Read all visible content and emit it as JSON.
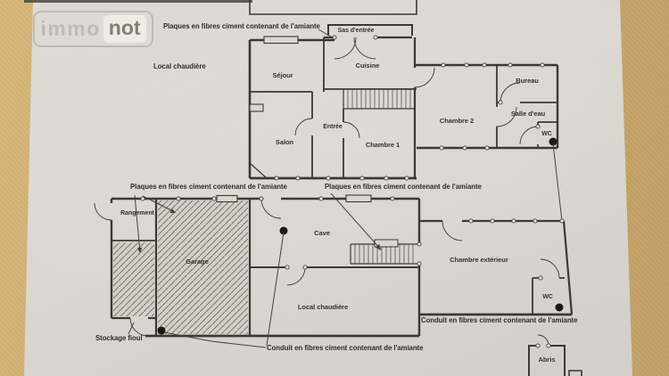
{
  "colors": {
    "background_tan": "#c9a76a",
    "paper": "#d9d7d0",
    "wall": "#3b3936",
    "conduit_dot": "#191815"
  },
  "logo": {
    "immo": "immo",
    "not": "not"
  },
  "annotations": {
    "plaques_amiante": "Plaques en fibres ciment contenant de l'amiante",
    "conduit_amiante": "Conduit en fibres ciment contenant de l'amiante",
    "local_chaudiere_note": "Local chaudière",
    "stockage_fioul": "Stockage fioul"
  },
  "rooms": {
    "sejour": "Séjour",
    "sas_entree": "Sas d'entrée",
    "cuisine": "Cuisine",
    "salon": "Salon",
    "entree": "Entrée",
    "chambre1": "Chambre 1",
    "chambre2": "Chambre 2",
    "bureau": "Bureau",
    "salle_eau": "Salle d'eau",
    "wc_haut": "WC",
    "rangement": "Rangement",
    "garage": "Garage",
    "cave": "Cave",
    "local_chaudiere": "Local chaudière",
    "chambre_exterieur": "Chambre extérieur",
    "wc_exterieur": "WC",
    "abris": "Abris"
  }
}
